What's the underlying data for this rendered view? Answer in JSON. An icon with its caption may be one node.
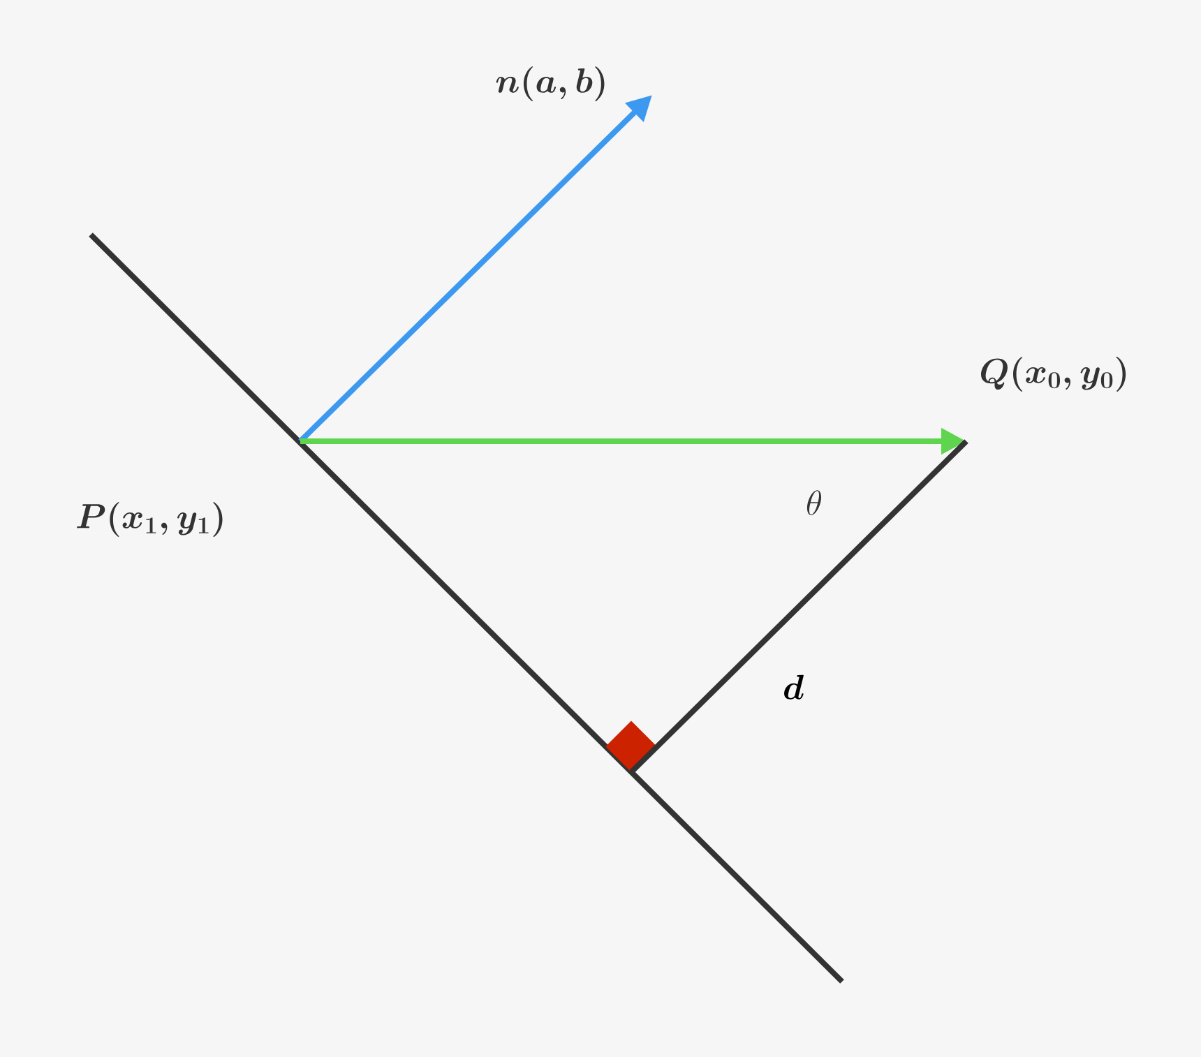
{
  "diagram": {
    "nodes": [
      {
        "text": [
          "n(a,b)"
        ]
      },
      {
        "text": [
          "Q(x_0,y_0)"
        ]
      },
      {
        "text": [
          "P(x_1,y_1)"
        ]
      },
      {
        "text": [],
        "shape": "diamond"
      }
    ],
    "edges": [
      {
        "from": 2,
        "to": 0,
        "arrow": "to",
        "color": "#3d99f0"
      },
      {
        "from": 2,
        "to": 1,
        "arrow": "to",
        "color": "#5fd44f"
      },
      {
        "from": 1,
        "to": 3,
        "arrow": "none",
        "label": "d",
        "color": "#333333"
      }
    ],
    "labels": [
      "\\theta"
    ]
  }
}
